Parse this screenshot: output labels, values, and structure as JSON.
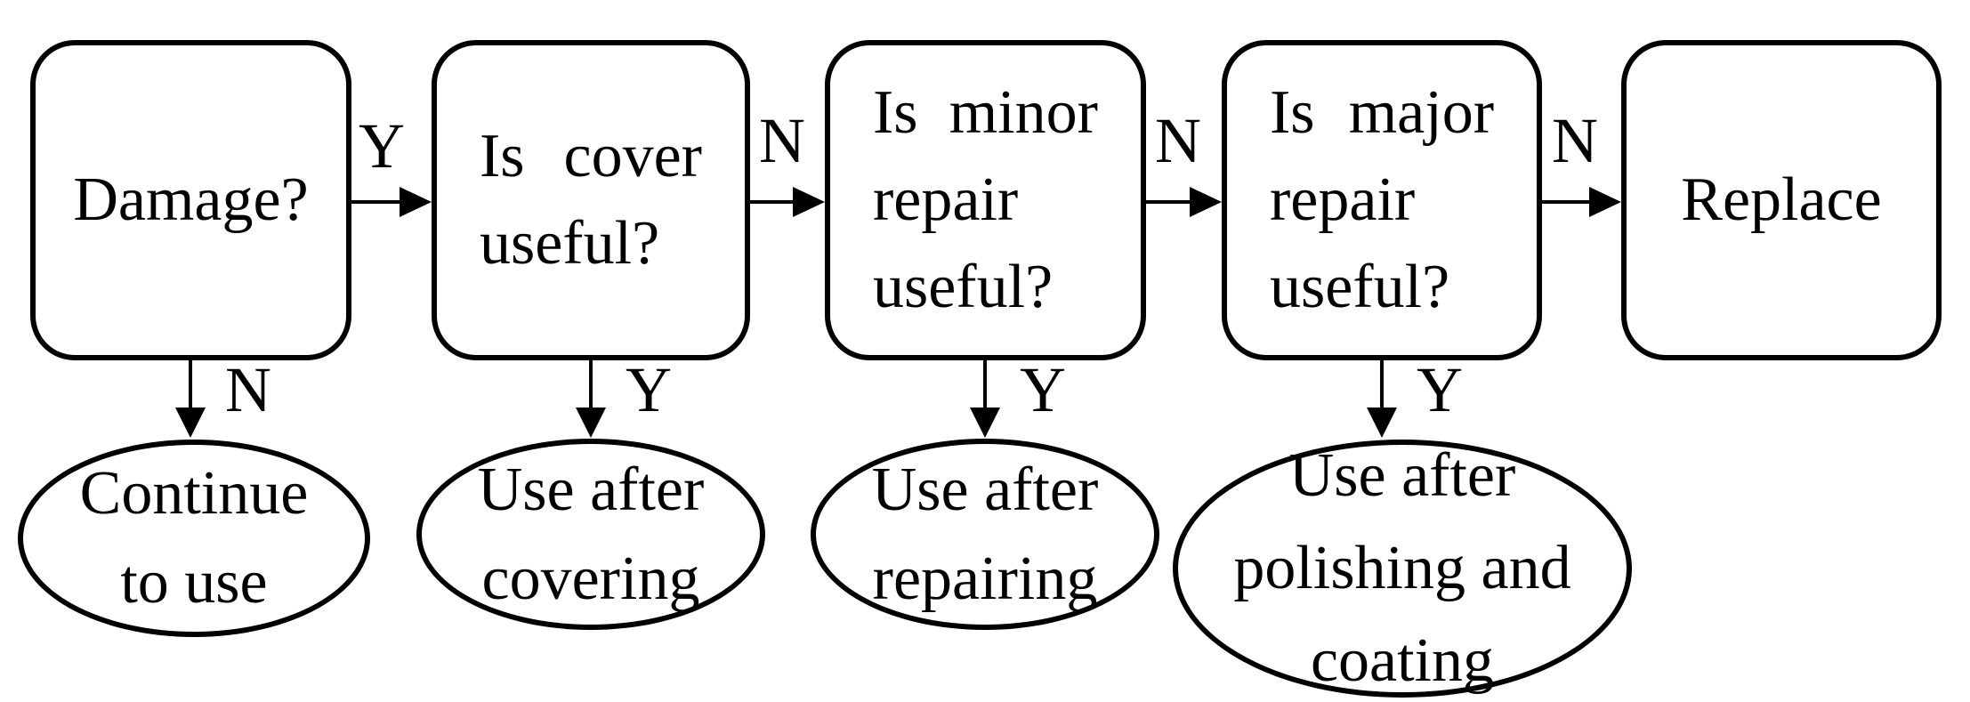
{
  "diagram": {
    "title": "Damage decision flowchart",
    "colors": {
      "stroke": "#000000",
      "fill": "#ffffff",
      "text": "#000000"
    },
    "boxes": [
      {
        "id": "damage",
        "lines": [
          "Damage?"
        ]
      },
      {
        "id": "cover",
        "lines": [
          "Is cover",
          "useful?"
        ]
      },
      {
        "id": "minor",
        "lines": [
          "Is minor",
          "repair",
          "useful?"
        ]
      },
      {
        "id": "major",
        "lines": [
          "Is major",
          "repair",
          "useful?"
        ]
      },
      {
        "id": "replace",
        "lines": [
          "Replace"
        ]
      }
    ],
    "terminals": [
      {
        "id": "continue",
        "lines": [
          "Continue",
          "to use"
        ]
      },
      {
        "id": "covering",
        "lines": [
          "Use after",
          "covering"
        ]
      },
      {
        "id": "repairing",
        "lines": [
          "Use after",
          "repairing"
        ]
      },
      {
        "id": "polishing",
        "lines": [
          "Use after",
          "polishing and",
          "coating"
        ]
      }
    ],
    "labels": {
      "damage_to_cover": "Y",
      "damage_to_continue": "N",
      "cover_to_minor": "N",
      "cover_to_covering": "Y",
      "minor_to_major": "N",
      "minor_to_repairing": "Y",
      "major_to_replace": "N",
      "major_to_polishing": "Y"
    }
  }
}
